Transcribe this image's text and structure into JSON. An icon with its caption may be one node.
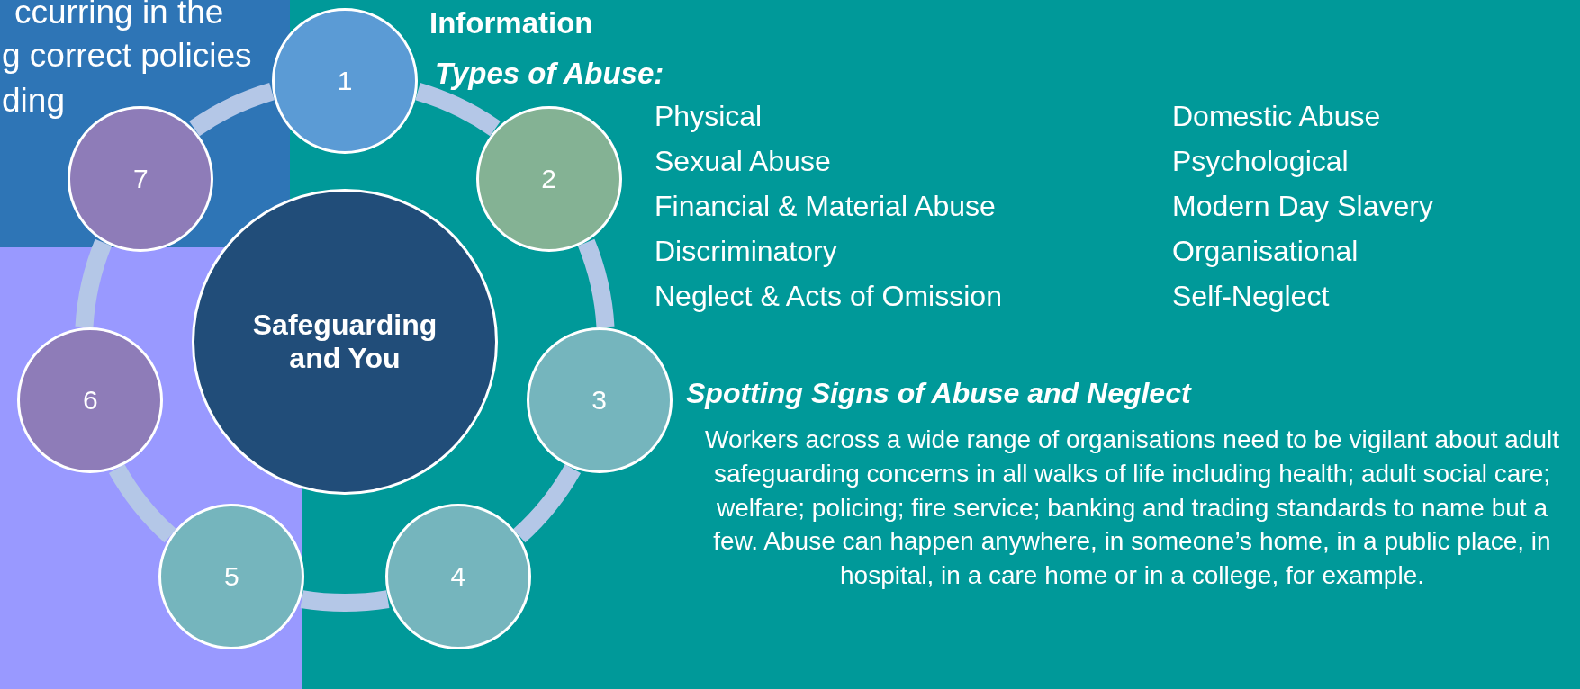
{
  "diagram": {
    "nodes": [
      {
        "text": [
          "1"
        ]
      },
      {
        "text": [
          "2"
        ]
      },
      {
        "text": [
          "3"
        ]
      },
      {
        "text": [
          "4"
        ]
      },
      {
        "text": [
          "5"
        ]
      },
      {
        "text": [
          "6"
        ]
      },
      {
        "text": [
          "7"
        ]
      },
      {
        "text": [
          "Safeguarding and You"
        ]
      }
    ],
    "edges": [
      {
        "from": 0,
        "to": 1,
        "arrow": "none"
      },
      {
        "from": 1,
        "to": 2,
        "arrow": "none"
      },
      {
        "from": 2,
        "to": 3,
        "arrow": "none"
      },
      {
        "from": 3,
        "to": 4,
        "arrow": "none"
      },
      {
        "from": 4,
        "to": 5,
        "arrow": "none"
      },
      {
        "from": 5,
        "to": 6,
        "arrow": "none"
      },
      {
        "from": 6,
        "to": 0,
        "arrow": "none"
      }
    ],
    "labels": [
      "ccurring in the",
      "g correct policies",
      "ding",
      "Information",
      "Types of Abuse:",
      "Physical",
      "Domestic Abuse",
      "Sexual Abuse",
      "Psychological",
      "Financial & Material Abuse",
      "Modern Day Slavery",
      "Discriminatory",
      "Organisational",
      "Neglect & Acts of Omission",
      "Self-Neglect",
      "Spotting Signs of Abuse and Neglect",
      "Workers across a wide range of organisations need to be vigilant about adult safeguarding concerns in all walks of life including health; adult social care; welfare; policing; fire service; banking and trading standards to name but a few.  Abuse can happen anywhere, in someone’s home, in a public place, in hospital, in a care home or in a college, for example."
    ]
  }
}
